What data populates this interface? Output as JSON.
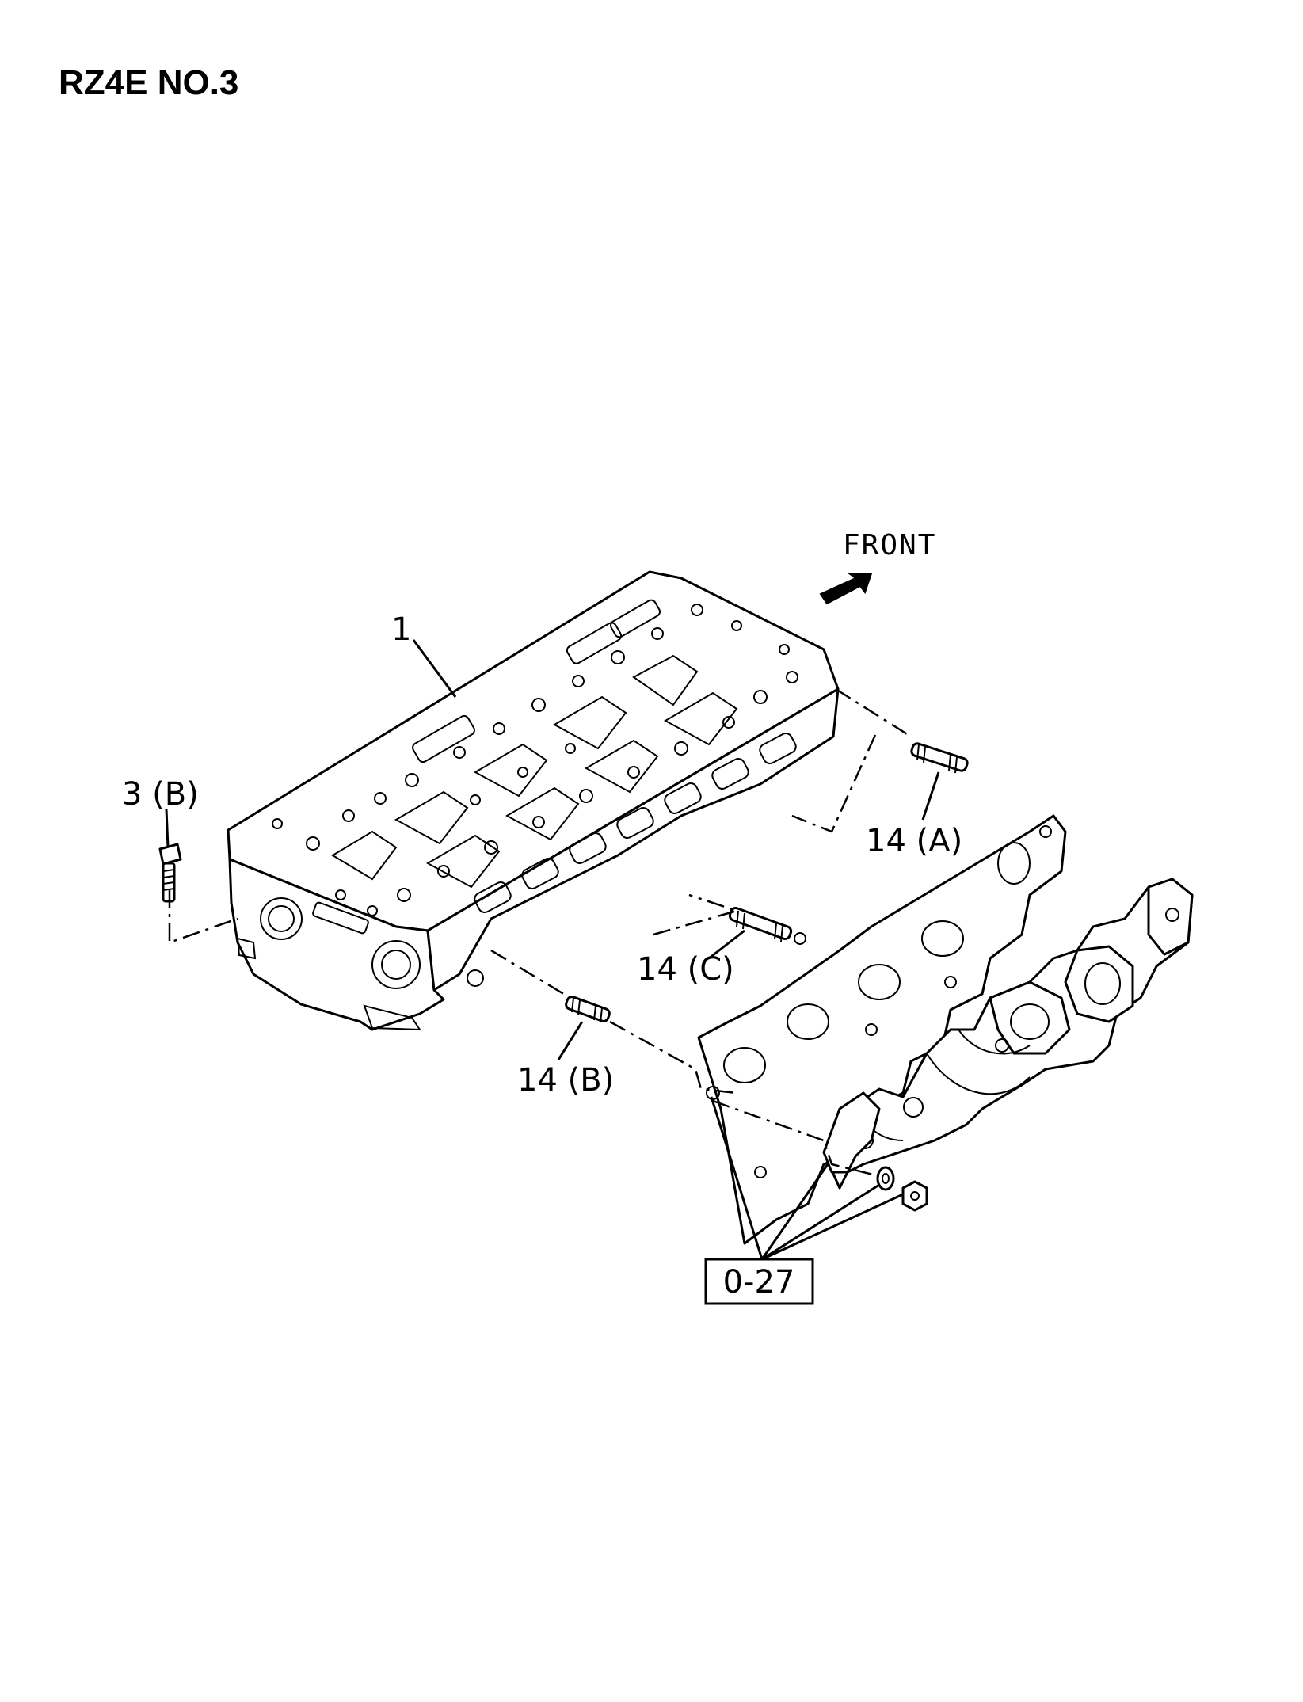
{
  "title": "RZ4E NO.3",
  "direction_label": "FRONT",
  "callouts": {
    "cylinder_head": "1",
    "bolt": "3 (B)",
    "stud_a": "14 (A)",
    "stud_b": "14 (B)",
    "stud_c": "14 (C)",
    "ref_box": "0-27"
  },
  "icons": {
    "front_arrow": "arrow-up-right-icon"
  }
}
